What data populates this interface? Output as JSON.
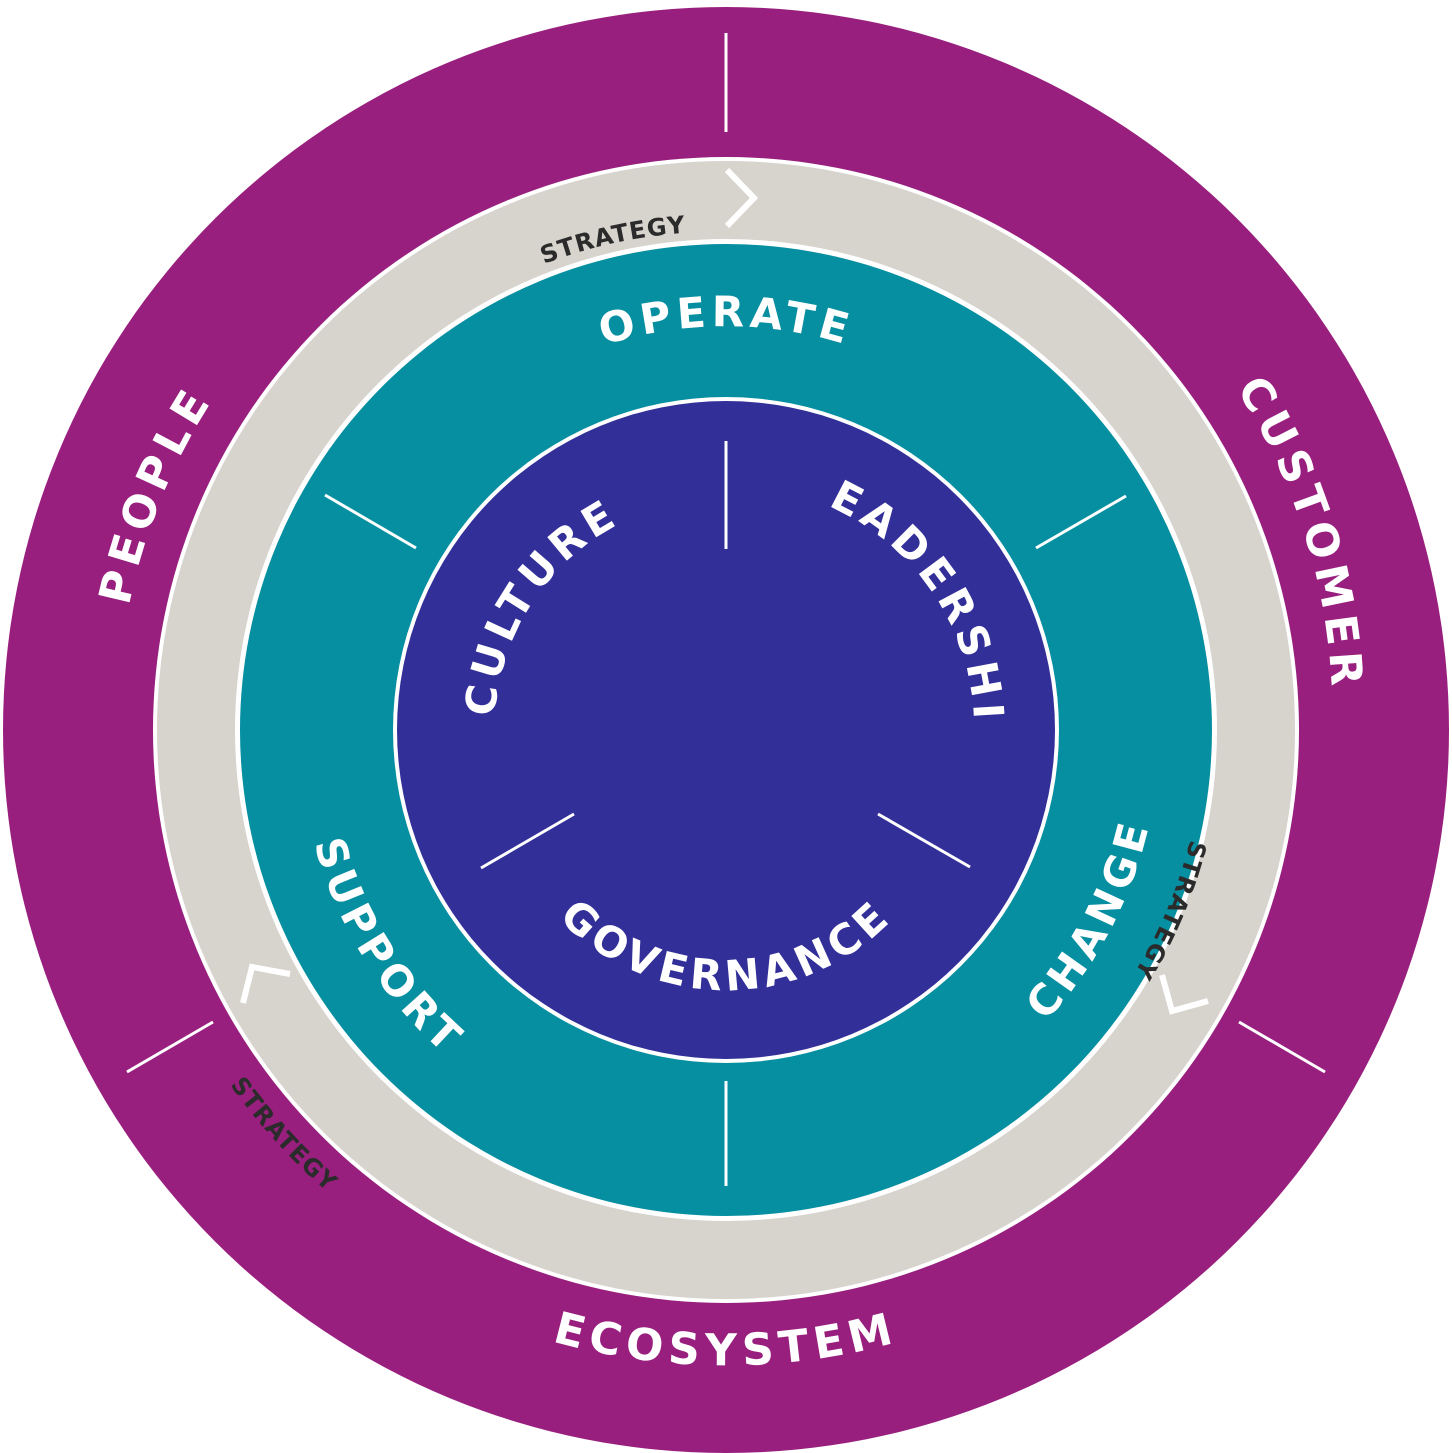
{
  "colors": {
    "outer_ring": "#991f7e",
    "strategy_ring": "#d7d3cd",
    "middle_ring": "#068fa0",
    "core": "#322f99",
    "separator": "#ffffff",
    "text_light": "#ffffff",
    "text_dark": "#2b2b2b"
  },
  "outer_ring": {
    "people": "PEOPLE",
    "customer": "CUSTOMER",
    "ecosystem": "ECOSYSTEM"
  },
  "strategy_ring": {
    "top": "STRATEGY",
    "right": "STRATEGY",
    "left": "STRATEGY"
  },
  "middle_ring": {
    "operate": "OPERATE",
    "change": "CHANGE",
    "support": "SUPPORT"
  },
  "core": {
    "culture": "CULTURE",
    "leadership": "LEADERSHIP",
    "governance": "GOVERNANCE"
  }
}
